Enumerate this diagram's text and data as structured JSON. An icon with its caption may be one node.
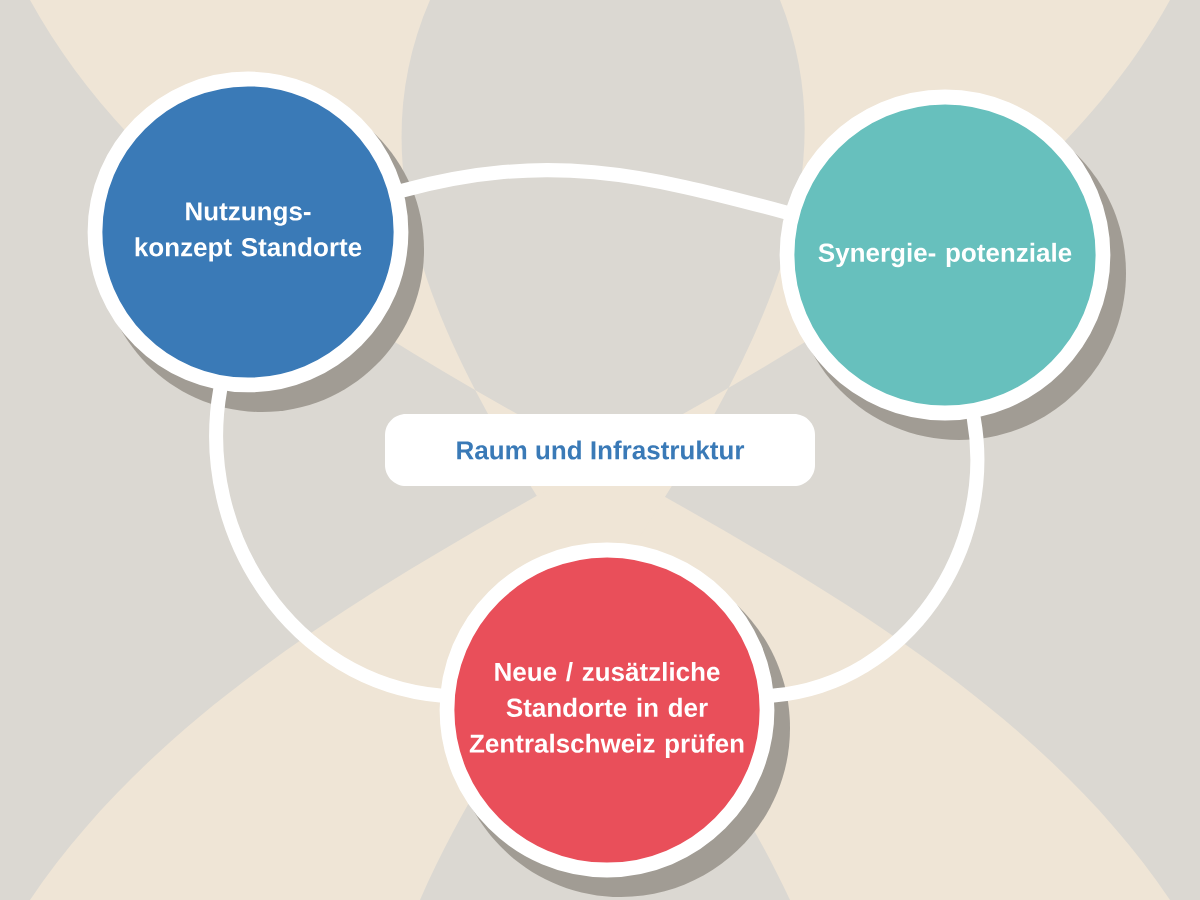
{
  "diagram": {
    "nodes": [
      {
        "text": [
          "Nutzungs- konzept Standorte"
        ]
      },
      {
        "text": [
          "Synergie- potenziale"
        ]
      },
      {
        "text": [
          "Neue / zusätzliche Standorte in der Zentralschweiz prüfen"
        ]
      },
      {
        "text": [
          "Raum und Infrastruktur"
        ]
      }
    ],
    "edges": [
      {
        "from": 0,
        "to": 1,
        "arrow": "none"
      },
      {
        "from": 0,
        "to": 2,
        "arrow": "none"
      },
      {
        "from": 1,
        "to": 2,
        "arrow": "none"
      }
    ]
  }
}
